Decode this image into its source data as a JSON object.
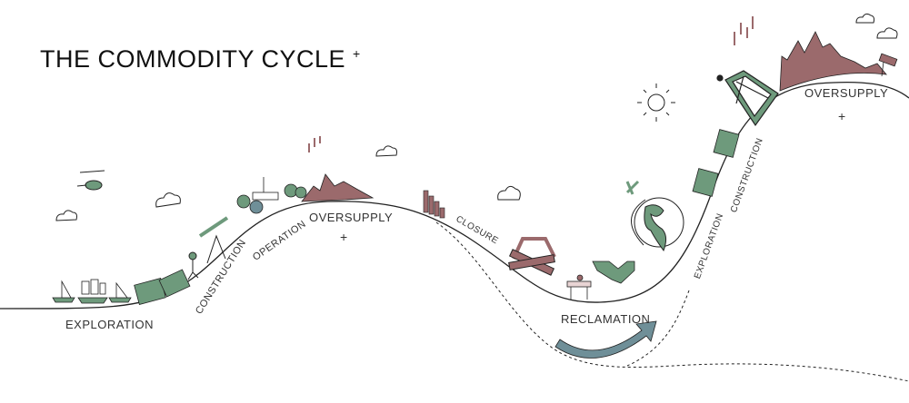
{
  "title": "THE COMMODITY CYCLE",
  "title_mark": "+",
  "stages": {
    "exploration_1": "EXPLORATION",
    "construction_1": "CONSTRUCTION",
    "operation": "OPERATION",
    "oversupply_1": "OVERSUPPLY",
    "closure": "CLOSURE",
    "reclamation": "RECLAMATION",
    "exploration_2": "EXPLORATION",
    "construction_2": "CONSTRUCTION",
    "oversupply_2": "OVERSUPPLY"
  },
  "plus_mark": "+",
  "colors": {
    "green": "#6e9a7c",
    "mauve": "#9b6a6c",
    "arrow": "#6f8f98",
    "line": "#222222"
  }
}
